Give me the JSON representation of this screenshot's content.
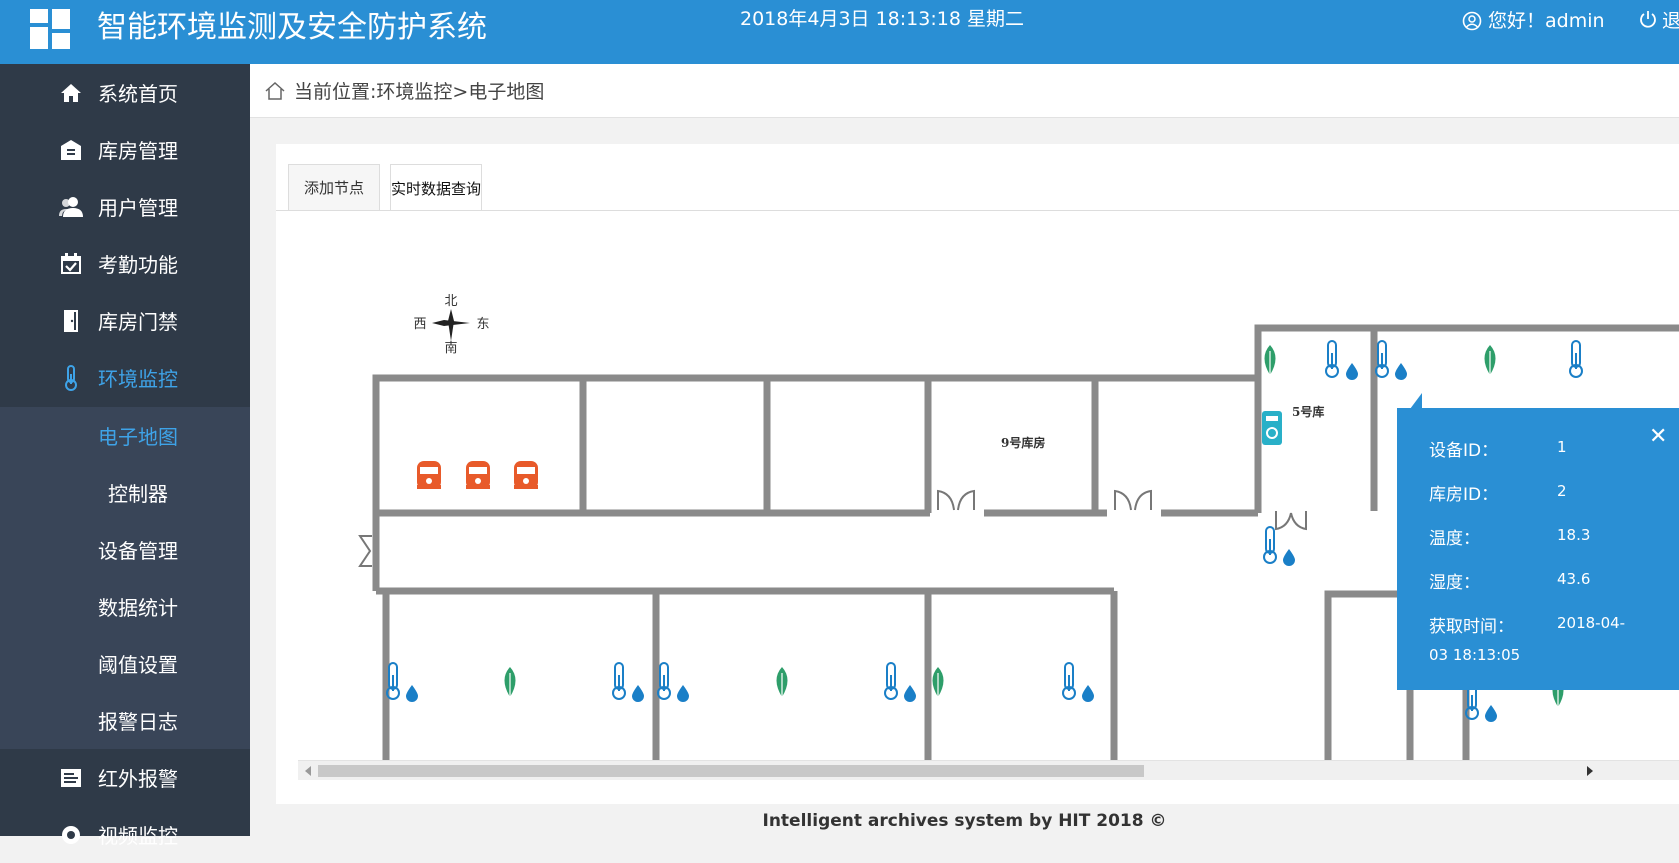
{
  "header": {
    "title": "智能环境监测及安全防护系统",
    "datetime": "2018年4月3日 18:13:18 星期二",
    "greeting": "您好！admin",
    "logout_label": "退"
  },
  "sidebar": {
    "items": [
      {
        "label": "系统首页",
        "icon": "home-icon"
      },
      {
        "label": "库房管理",
        "icon": "warehouse-icon"
      },
      {
        "label": "用户管理",
        "icon": "users-icon"
      },
      {
        "label": "考勤功能",
        "icon": "calendar-check-icon"
      },
      {
        "label": "库房门禁",
        "icon": "door-icon"
      },
      {
        "label": "环境监控",
        "icon": "thermometer-icon"
      },
      {
        "label": "红外报警",
        "icon": "infrared-icon"
      },
      {
        "label": "视频监控",
        "icon": "camera-icon"
      }
    ],
    "submenu": [
      {
        "label": "电子地图"
      },
      {
        "label": "控制器"
      },
      {
        "label": "设备管理"
      },
      {
        "label": "数据统计"
      },
      {
        "label": "阈值设置"
      },
      {
        "label": "报警日志"
      }
    ]
  },
  "breadcrumb": {
    "text": "当前位置:环境监控>电子地图"
  },
  "tabs": [
    {
      "label": "添加节点"
    },
    {
      "label": "实时数据查询"
    }
  ],
  "map": {
    "compass": {
      "north": "北",
      "south": "南",
      "east": "东",
      "west": "西"
    },
    "room9_label": "9号库房",
    "room5_label": "5号库"
  },
  "popup": {
    "device_id_label": "设备ID：",
    "device_id": "1",
    "room_id_label": "库房ID：",
    "room_id": "2",
    "temperature_label": "温度：",
    "temperature": "18.3",
    "humidity_label": "湿度：",
    "humidity": "43.6",
    "time_label": "获取时间：",
    "time_line1": "2018-04-",
    "time_line2": "03 18:13:05"
  },
  "footer": {
    "text": "Intelligent archives system by HIT 2018 ©"
  },
  "colors": {
    "primary": "#2a8fd4",
    "sidebar": "#2f3a48",
    "submenu": "#394558",
    "active": "#3ea3e8",
    "sensor_blue": "#1a7fc7",
    "leaf_green": "#2e9e6a",
    "alarm_red": "#e85a2a"
  }
}
